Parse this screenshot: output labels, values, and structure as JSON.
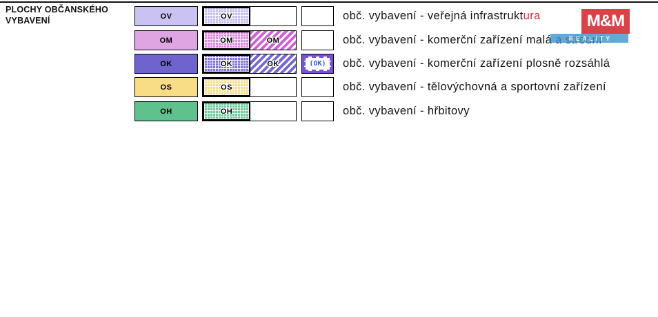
{
  "heading": {
    "line1": "PLOCHY OBČANSKÉHO",
    "line2": "VYBAVENÍ"
  },
  "legend": {
    "rows": [
      {
        "code": "OV",
        "color": "#cac3f1",
        "patterns": [
          "solid",
          "grid"
        ],
        "label_black": "obč. vybavení - veřejná infrastrukt",
        "label_red": "ura"
      },
      {
        "code": "OM",
        "color": "#dfa5e2",
        "stripe_color": "#d05fd8",
        "patterns": [
          "solid",
          "grid",
          "diagonal-stripes"
        ],
        "label": "obč. vybavení - komerční zařízení malá a střední"
      },
      {
        "code": "OK",
        "alt_code": "(OK)",
        "color": "#6f63ce",
        "stripe_color": "#7568d4",
        "outline_color": "#7a50dc",
        "patterns": [
          "solid",
          "grid",
          "diagonal-stripes",
          "dashed-outline"
        ],
        "label": "obč. vybavení - komerční zařízení plosně rozsáhlá"
      },
      {
        "code": "OS",
        "color": "#f9dc86",
        "patterns": [
          "solid",
          "grid"
        ],
        "label": "obč. vybavení - tělovýchovná a sportovní zařízení"
      },
      {
        "code": "OH",
        "color": "#5ec18e",
        "patterns": [
          "solid",
          "grid"
        ],
        "label": "obč. vybavení - hřbitovy"
      }
    ]
  },
  "watermark": {
    "brand_top": "M&M",
    "brand_bottom": "REALITY",
    "red": "#d32f36",
    "blue": "#3e97d2"
  }
}
